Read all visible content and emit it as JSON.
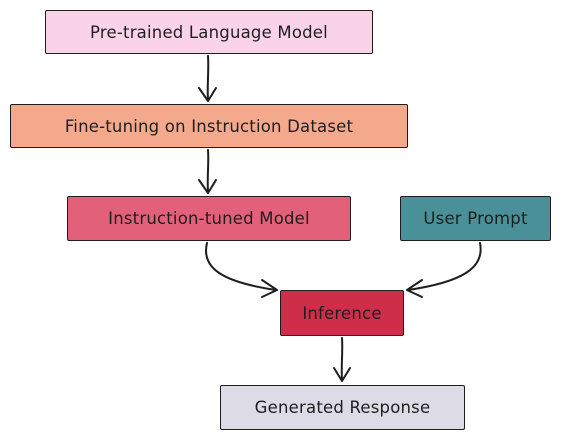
{
  "nodes": {
    "base_model": "Pre-trained Language Model",
    "finetuning": "Fine-tuning on Instruction Dataset",
    "tuned_model": "Instruction-tuned Model",
    "user_prompt": "User Prompt",
    "inference": "Inference",
    "response": "Generated Response"
  },
  "colors": {
    "base_model": "#fbd3e9",
    "finetuning": "#f4a98d",
    "tuned_model": "#e3607a",
    "user_prompt": "#4a9098",
    "inference": "#ce2e4a",
    "response": "#dcdbe6",
    "stroke": "#1e1e1e"
  }
}
